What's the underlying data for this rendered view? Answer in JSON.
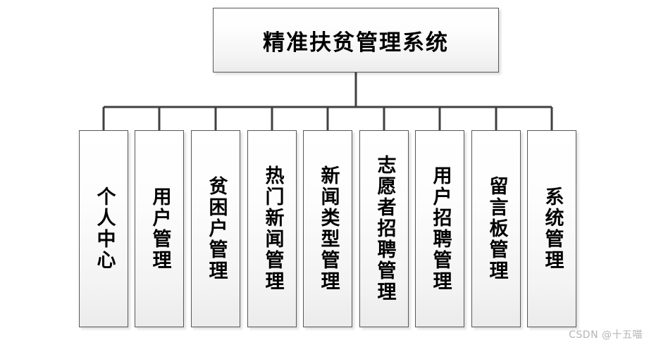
{
  "diagram": {
    "title": "精准扶贫管理系统",
    "type": "org-chart",
    "line_color": "#404040",
    "box_border_color": "#575757",
    "box_fill_top": "#ffffff",
    "box_fill_bottom": "#ebebeb",
    "text_color": "#000000",
    "background": "#ffffff",
    "root": {
      "label": "精准扶贫管理系统"
    },
    "children": [
      {
        "label": "个人中心"
      },
      {
        "label": "用户管理"
      },
      {
        "label": "贫困户管理"
      },
      {
        "label": "热门新闻管理"
      },
      {
        "label": "新闻类型管理"
      },
      {
        "label": "志愿者招聘管理"
      },
      {
        "label": "用户招聘管理"
      },
      {
        "label": "留言板管理"
      },
      {
        "label": "系统管理"
      }
    ]
  },
  "watermark": {
    "text": "CSDN @十五喵",
    "color": "#b4b4b4"
  }
}
